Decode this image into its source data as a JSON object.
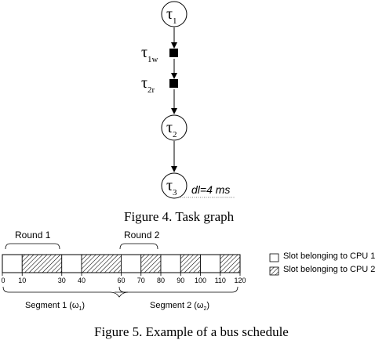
{
  "figure4": {
    "nodes": [
      {
        "id": "t1",
        "kind": "task",
        "greek": "τ",
        "sub": "1"
      },
      {
        "id": "t1w",
        "kind": "message",
        "greek": "τ",
        "sub": "1w"
      },
      {
        "id": "t2r",
        "kind": "message",
        "greek": "τ",
        "sub": "2r"
      },
      {
        "id": "t2",
        "kind": "task",
        "greek": "τ",
        "sub": "2"
      },
      {
        "id": "t3",
        "kind": "task",
        "greek": "τ",
        "sub": "3"
      }
    ],
    "deadline_label": "dl=4 ms",
    "caption": "Figure 4.   Task graph"
  },
  "figure5": {
    "rounds": [
      "Round 1",
      "Round 2"
    ],
    "tick_labels": [
      "0",
      "10",
      "30",
      "40",
      "60",
      "70",
      "80",
      "90",
      "100",
      "110",
      "120"
    ],
    "segments": [
      {
        "label": "Segment 1 (",
        "omega": "ω",
        "omega_sub": "1",
        "close": ")"
      },
      {
        "label": "Segment 2 (",
        "omega": "ω",
        "omega_sub": "2",
        "close": ")"
      }
    ],
    "slots": [
      {
        "start": 0,
        "end": 10,
        "cpu": 1
      },
      {
        "start": 10,
        "end": 30,
        "cpu": 2
      },
      {
        "start": 30,
        "end": 40,
        "cpu": 1
      },
      {
        "start": 40,
        "end": 60,
        "cpu": 2
      },
      {
        "start": 60,
        "end": 70,
        "cpu": 1
      },
      {
        "start": 70,
        "end": 80,
        "cpu": 2
      },
      {
        "start": 80,
        "end": 90,
        "cpu": 1
      },
      {
        "start": 90,
        "end": 100,
        "cpu": 2
      },
      {
        "start": 100,
        "end": 110,
        "cpu": 1
      },
      {
        "start": 110,
        "end": 120,
        "cpu": 2
      }
    ],
    "legend": [
      {
        "label": "Slot belonging to CPU 1",
        "cpu": 1
      },
      {
        "label": "Slot belonging to CPU 2",
        "cpu": 2
      }
    ],
    "caption": "Figure 5.   Example of a bus schedule"
  }
}
